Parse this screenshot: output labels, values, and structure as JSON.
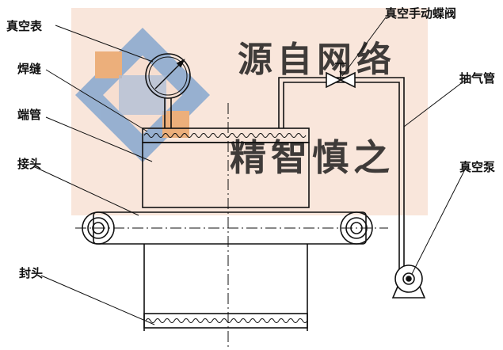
{
  "labels": {
    "vacuum_gauge": "真空表",
    "weld_seam": "焊缝",
    "end_tube": "端管",
    "joint": "接头",
    "end_cap": "封头",
    "manual_butterfly_valve": "真空手动蝶阀",
    "exhaust_tube": "抽气管",
    "vacuum_pump": "真空泵"
  },
  "watermark": {
    "line1": "源自网络",
    "line2": "精智慎之"
  },
  "colors": {
    "line": "#111111",
    "watermark_band": "#f6d9c9",
    "watermark_text": "#d9a48a",
    "logo_blue": "#7b9ec9",
    "logo_orange": "#e8a061"
  }
}
